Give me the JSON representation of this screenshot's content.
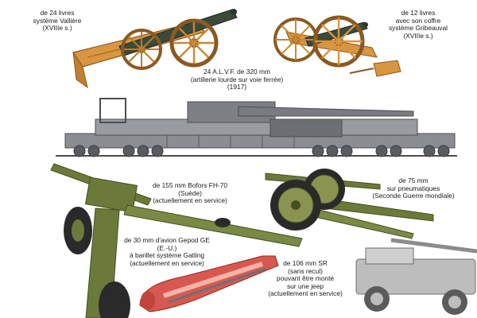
{
  "captions": {
    "valliere": [
      "de 24 livres",
      "système Vallière",
      "(XVIIIe s.)"
    ],
    "gribeauval": [
      "de 12 livres",
      "avec son coffre",
      "système Gribeauval",
      "(XVIIIe s.)"
    ],
    "alvf": [
      "24 A.L.V.F. de 320 mm",
      "(artillerie lourde sur voie ferrée)",
      "(1917)"
    ],
    "bofors": [
      "de 155 mm Bofors FH-70",
      "(Suède)",
      "(actuellement en service)"
    ],
    "pneumatic": [
      "de 75 mm",
      "sur pneumatiques",
      "(Seconde Guerre mondiale)"
    ],
    "gepod": [
      "de 30 mm d'avion Gepod GE",
      "(E.-U.)",
      "à barillet système Gatling",
      "(actuellement en service)"
    ],
    "recoilless": [
      "de 106 mm SR",
      "(sans recul)",
      "pouvant être monté",
      "sur une jeep",
      "(actuellement en service)"
    ]
  },
  "colors": {
    "wood": "#d9953f",
    "wood_dark": "#8a5a22",
    "iron": "#3b4a3a",
    "rail_grey": "#8c8d93",
    "rail_dark": "#4c4d52",
    "olive": "#6b7a3a",
    "olive_dark": "#444f22",
    "tire": "#2a2a2a",
    "pod_red": "#d8584f",
    "jeep_grey": "#bdbdbd"
  }
}
